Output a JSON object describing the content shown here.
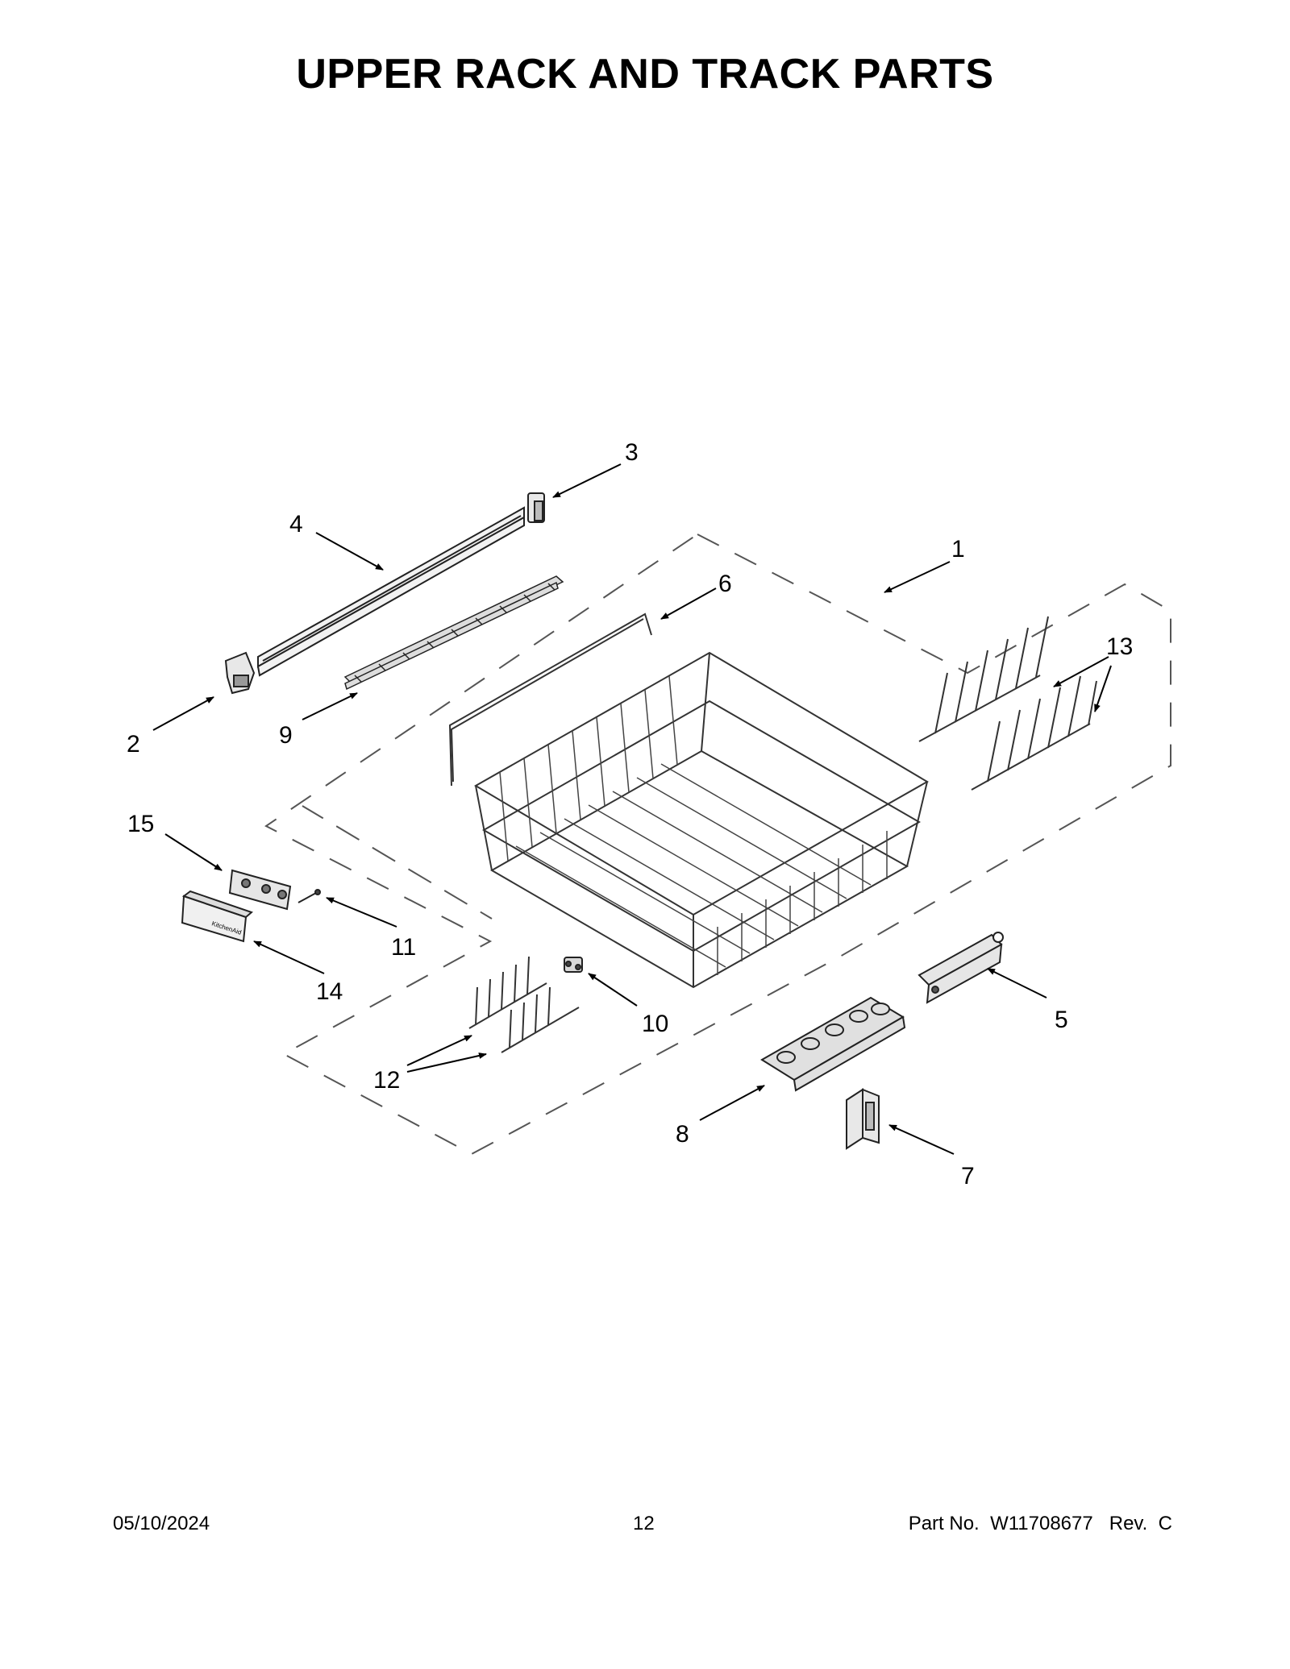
{
  "title": "UPPER RACK AND TRACK PARTS",
  "callouts": [
    "1",
    "2",
    "3",
    "4",
    "5",
    "6",
    "7",
    "8",
    "9",
    "10",
    "11",
    "12",
    "13",
    "14",
    "15"
  ],
  "component_text": {
    "handle_logo": "KitchenAid"
  },
  "footer": {
    "date": "05/10/2024",
    "page": "12",
    "part_label": "Part No.",
    "part_number": "W11708677",
    "rev_label": "Rev.",
    "rev": "C"
  }
}
